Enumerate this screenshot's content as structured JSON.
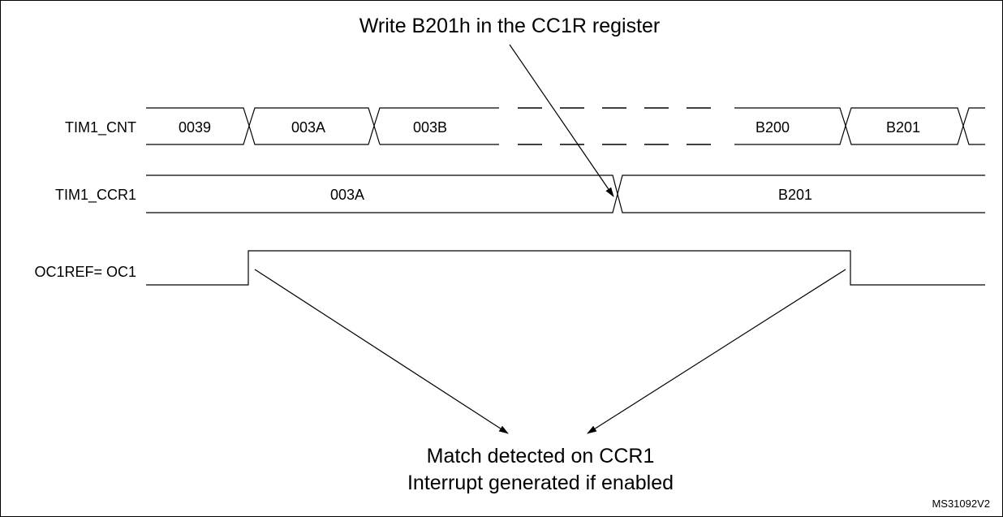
{
  "title": "Write B201h in the CC1R register",
  "signals": {
    "cnt": {
      "label": "TIM1_CNT",
      "values": [
        "0039",
        "003A",
        "003B",
        "B200",
        "B201"
      ]
    },
    "ccr": {
      "label": "TIM1_CCR1",
      "values": [
        "003A",
        "B201"
      ]
    },
    "oc": {
      "label": "OC1REF= OC1"
    }
  },
  "match_note": {
    "line1": "Match detected on CCR1",
    "line2": "Interrupt generated if enabled"
  },
  "figure_id": "MS31092V2"
}
